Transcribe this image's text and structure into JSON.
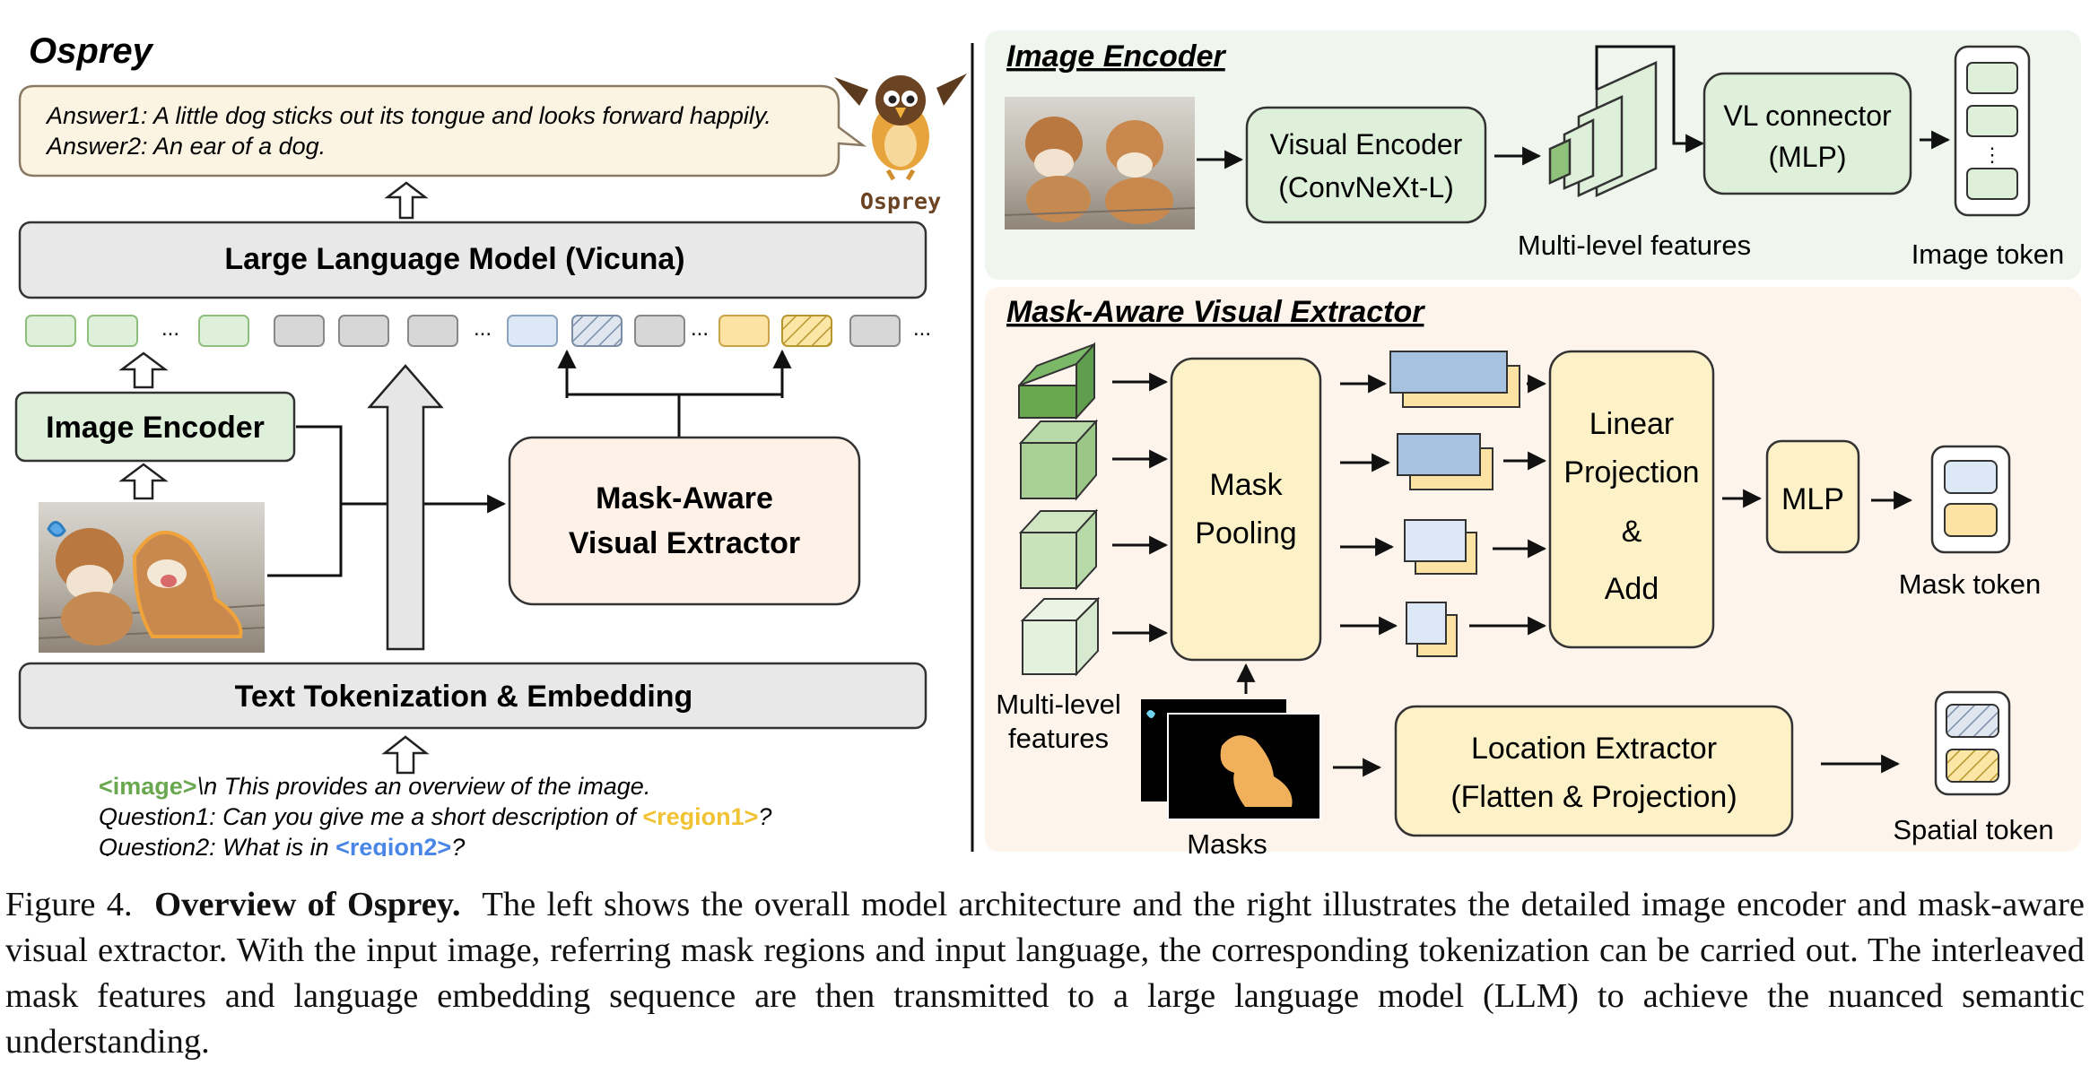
{
  "left": {
    "title": "Osprey",
    "answers": [
      "Answer1: A little dog sticks out its tongue and looks forward happily.",
      "Answer2: An ear of a dog."
    ],
    "mascot_label": "Osprey",
    "llm_label": "Large Language Model (Vicuna)",
    "image_encoder_label": "Image Encoder",
    "mask_extractor_label": [
      "Mask-Aware",
      "Visual Extractor"
    ],
    "text_embed_label": "Text Tokenization & Embedding",
    "ellipsis": "...",
    "prompt": {
      "line1_tag": "<image>",
      "line1_rest": "\\n This provides an overview of the image.",
      "line2_pre": "Question1: Can you give me a short description of ",
      "line2_tag": "<region1>",
      "line2_post": "?",
      "line3_pre": "Question2: What is in ",
      "line3_tag": "<region2>",
      "line3_post": "?"
    }
  },
  "image_encoder_panel": {
    "title": "Image Encoder",
    "visual_encoder": [
      "Visual Encoder",
      "(ConvNeXt-L)"
    ],
    "multi_level_features": "Multi-level features",
    "vl_connector": [
      "VL connector",
      "(MLP)"
    ],
    "image_token": "Image token",
    "ellipsis_vertical": "⋮"
  },
  "mask_panel": {
    "title": "Mask-Aware Visual Extractor",
    "mask_pooling": [
      "Mask",
      "Pooling"
    ],
    "linear_projection": [
      "Linear",
      "Projection",
      "&",
      "Add"
    ],
    "mlp": "MLP",
    "mask_token": "Mask token",
    "multi_level_features": [
      "Multi-level",
      "features"
    ],
    "masks": "Masks",
    "location_extractor": [
      "Location Extractor",
      "(Flatten & Projection)"
    ],
    "spatial_token": "Spatial token"
  },
  "caption": {
    "label": "Figure 4.",
    "bold": "Overview of Osprey.",
    "text": "The left shows the overall model architecture and the right illustrates the detailed image encoder and mask-aware visual extractor. With the input image, referring mask regions and input language, the corresponding tokenization can be carried out. The interleaved mask features and language embedding sequence are then transmitted to a large language model (LLM) to achieve the nuanced semantic understanding."
  },
  "colors": {
    "green_fill": "#dff0da",
    "green_stroke": "#8fbf7f",
    "gray_fill": "#d7d7d7",
    "blue_fill": "#dce8f5",
    "yellow_fill": "#fce3a4",
    "peach_fill": "#fdf1e8",
    "cream_fill": "#fdf1c8",
    "tag_green": "#6aa84f",
    "tag_yellow": "#f1c232",
    "tag_blue": "#4a86e8"
  }
}
